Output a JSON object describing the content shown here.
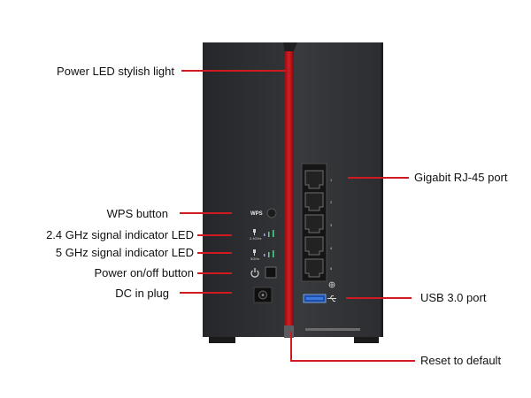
{
  "callouts_left": [
    {
      "id": "power-led",
      "label": "Power LED stylish light"
    },
    {
      "id": "wps-button",
      "label": "WPS button"
    },
    {
      "id": "led-24",
      "label": "2.4 GHz signal indicator LED"
    },
    {
      "id": "led-5",
      "label": "5 GHz signal indicator LED"
    },
    {
      "id": "power-switch",
      "label": "Power on/off button"
    },
    {
      "id": "dc-in",
      "label": "DC in plug"
    }
  ],
  "callouts_right": [
    {
      "id": "rj45",
      "label": "Gigabit RJ-45 port"
    },
    {
      "id": "usb3",
      "label": "USB 3.0 port"
    },
    {
      "id": "reset",
      "label": "Reset to default"
    }
  ],
  "device_markings": {
    "wps": "WPS",
    "band_24": "2.4GHz",
    "band_5": "5GHz",
    "port_numbers": [
      "1",
      "2",
      "3",
      "4",
      "5"
    ]
  },
  "colors": {
    "body": "#2c2c2e",
    "accent": "#c4161c",
    "leader": "#d11a1f",
    "usb": "#2a6fd6"
  }
}
